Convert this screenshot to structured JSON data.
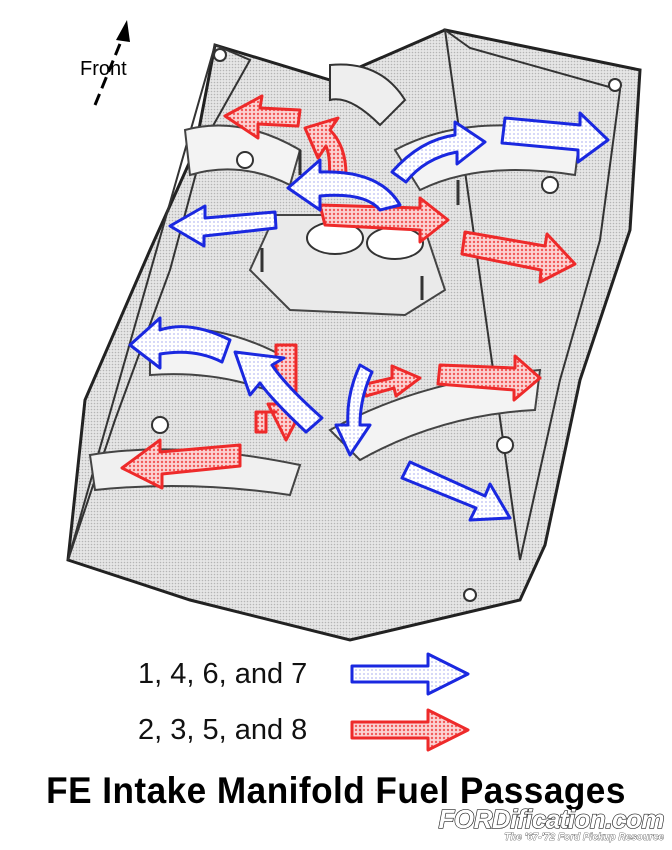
{
  "diagram": {
    "front_label": "Front",
    "title": "FE Intake Manifold Fuel Passages"
  },
  "legend": [
    {
      "label": "1, 4, 6, and 7",
      "color": "#1a28e0"
    },
    {
      "label": "2, 3, 5, and 8",
      "color": "#ee2a2a"
    }
  ],
  "brand": {
    "name": "FORDification.com",
    "tagline": "The '67-'72 Ford Pickup Resource"
  }
}
